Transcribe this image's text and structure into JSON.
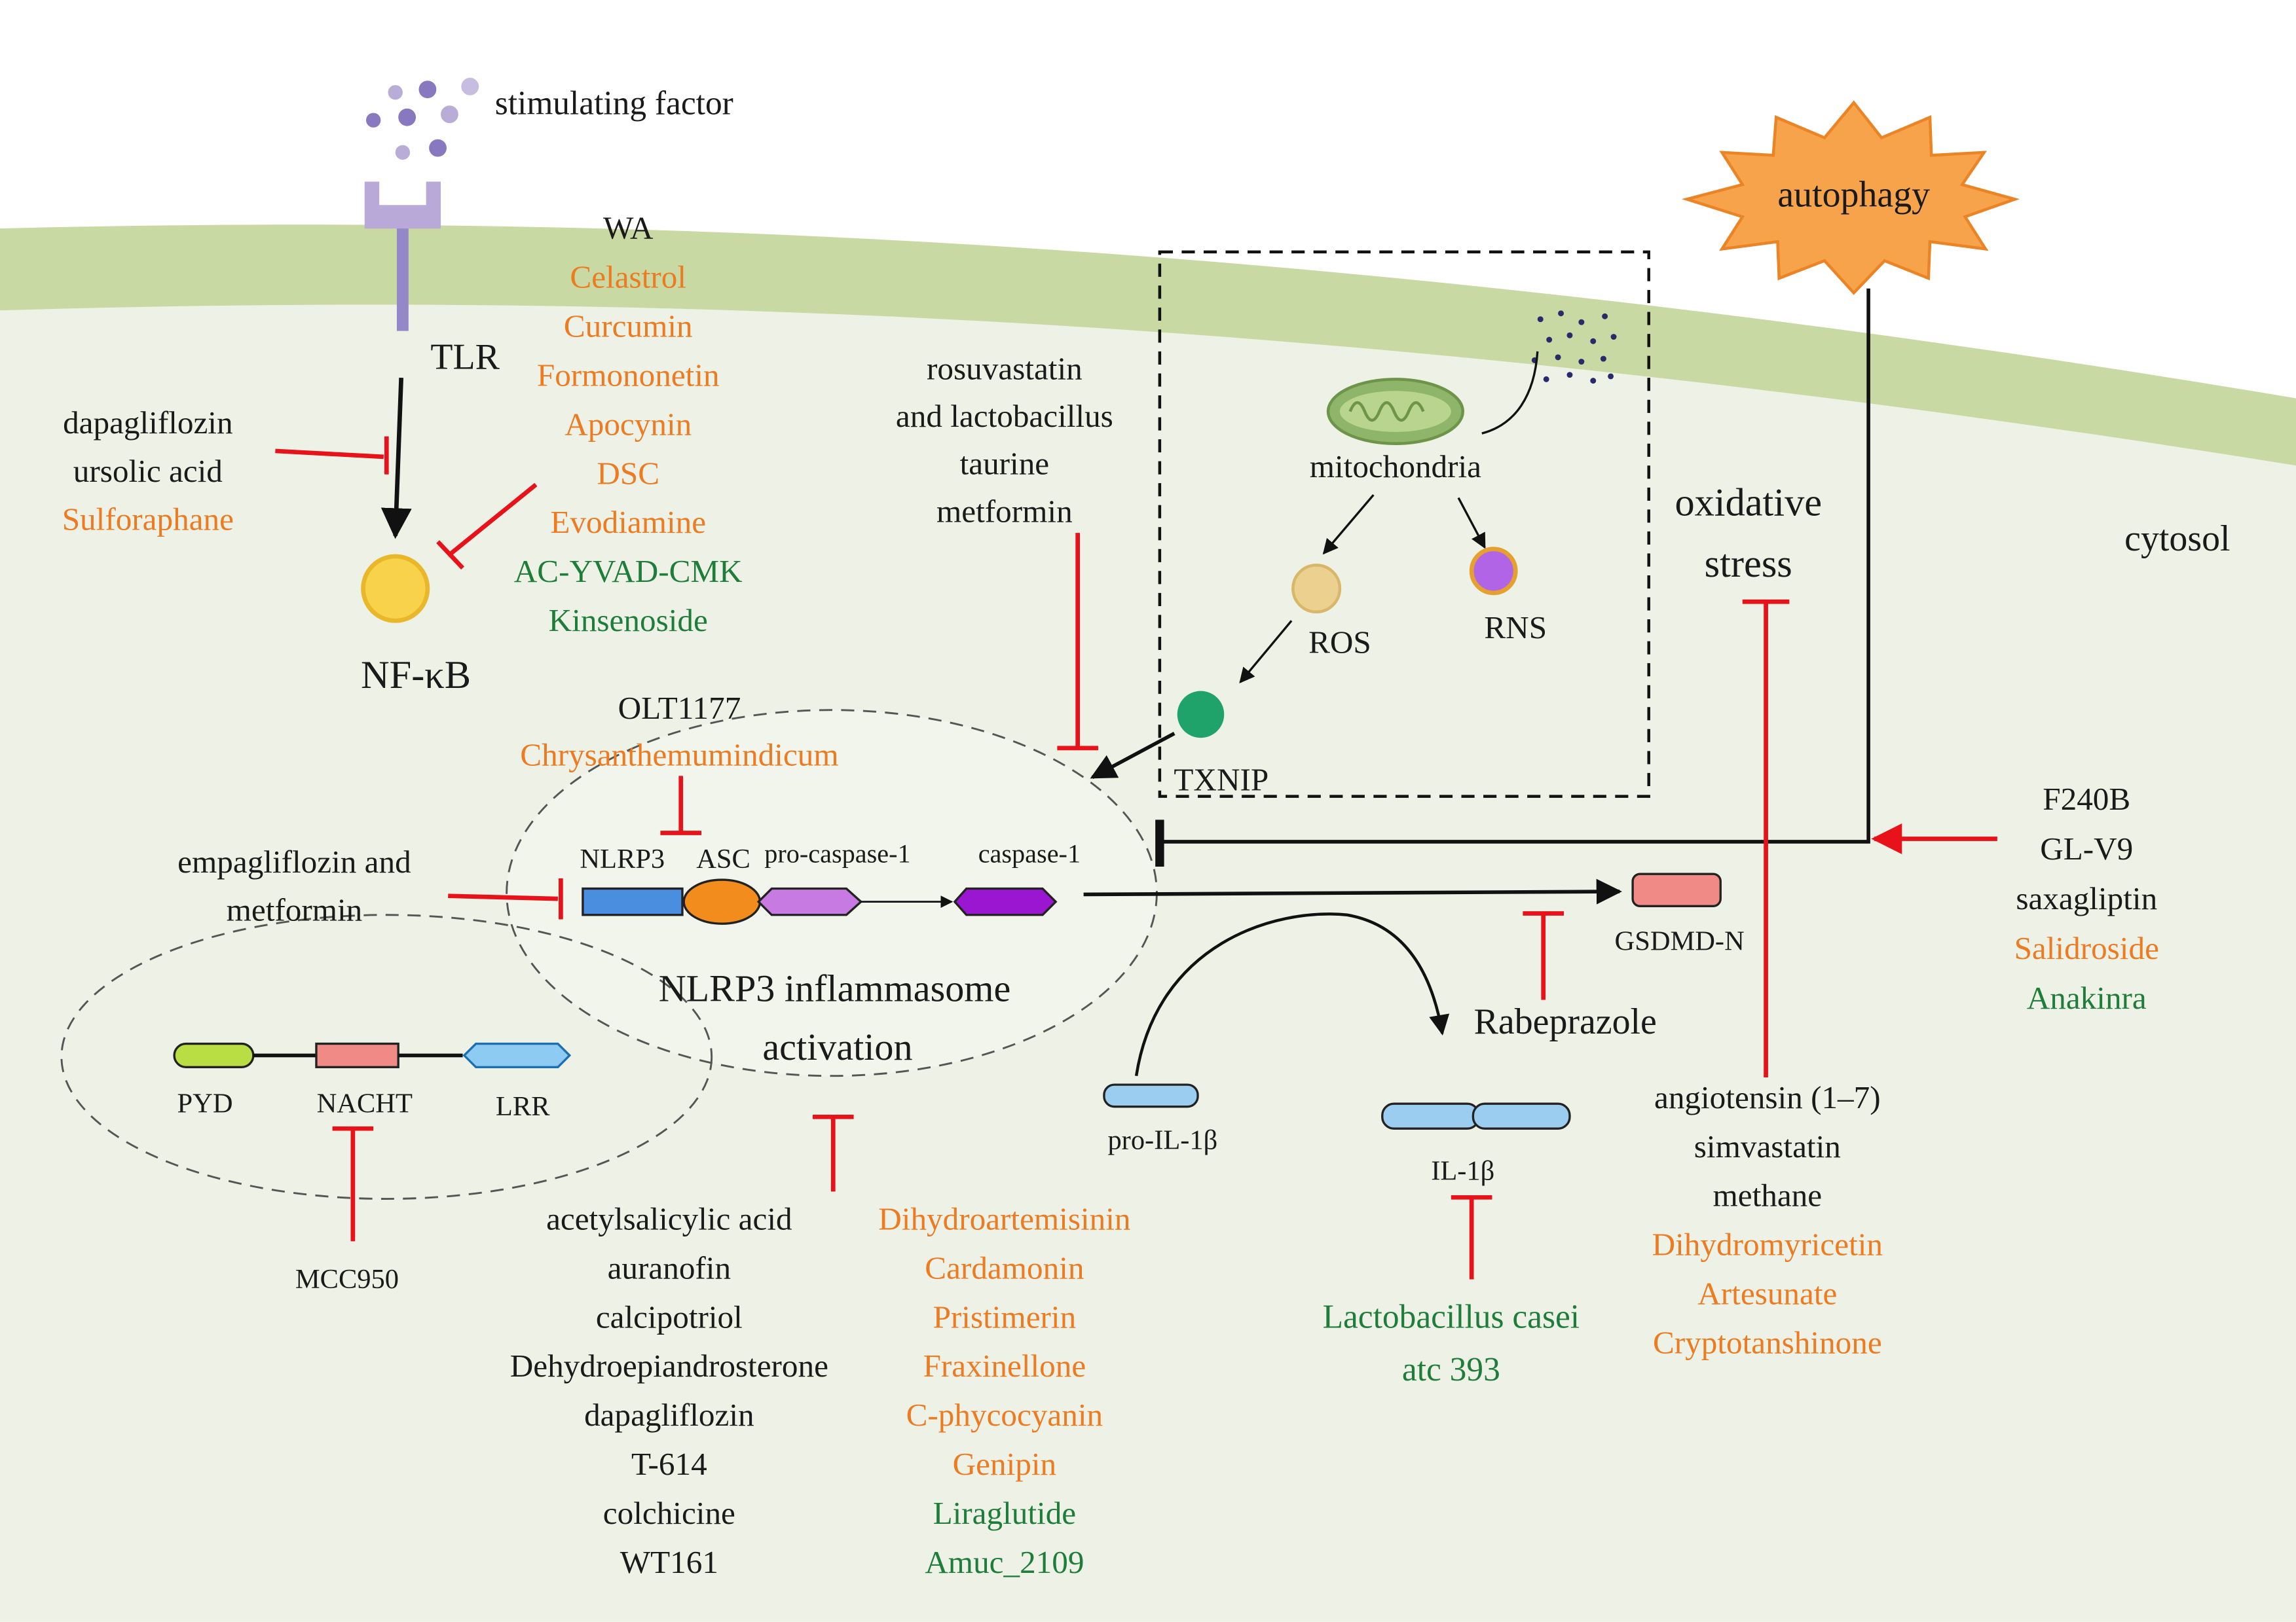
{
  "colors": {
    "membrane": "#c9d9a3",
    "cytoplasm": "#eef2e6",
    "inhibitor_red": "#e8121a",
    "orange_text": "#ec7b22",
    "green_text": "#1f7d3b",
    "black_text": "#1a1a1a",
    "autophagy_fill": "#f6a34c",
    "nfkb_fill": "#f7d24a",
    "ros_fill": "#ecd08f",
    "rns_fill": "#b165e6",
    "txnip_fill": "#1fa36b",
    "nlrp3_fill": "#4a8ee0",
    "asc_fill": "#f28c1c",
    "procasp_fill": "#c77be2",
    "casp_fill": "#9a16d0",
    "gsdmd_fill": "#f08a86",
    "il1b_fill": "#9bcdf0",
    "pyd_fill": "#b9de44",
    "nacht_fill": "#f08a86",
    "lrr_fill": "#8ecbf2",
    "receptor_fill": "#b9a9d8",
    "mito_fill": "#8fb56a"
  },
  "icons": {
    "stimulus": "dots-icon",
    "receptor": "tlr-receptor-icon",
    "mitochondria": "mitochondria-icon",
    "autophagy": "starburst-icon"
  },
  "labels": {
    "stimulating_factor": "stimulating factor",
    "tlr": "TLR",
    "nfkb": "NF-κB",
    "mitochondria": "mitochondria",
    "ros": "ROS",
    "rns": "RNS",
    "txnip": "TXNIP",
    "autophagy": "autophagy",
    "oxidative_stress_1": "oxidative",
    "oxidative_stress_2": "stress",
    "cytosol": "cytosol",
    "nlrp3": "NLRP3",
    "asc": "ASC",
    "pro_caspase1": "pro-caspase-1",
    "caspase1": "caspase-1",
    "gsdmd_n": "GSDMD-N",
    "inflammasome_1": "NLRP3 inflammasome",
    "inflammasome_2": "activation",
    "pyd": "PYD",
    "nacht": "NACHT",
    "lrr": "LRR",
    "pro_il1b": "pro-IL-1β",
    "il1b": "IL-1β",
    "rabeprazole": "Rabeprazole"
  },
  "drug_groups": {
    "tlr_left": [
      {
        "text": "dapagliflozin",
        "color": "black"
      },
      {
        "text": "ursolic acid",
        "color": "black"
      },
      {
        "text": "Sulforaphane",
        "color": "orange"
      }
    ],
    "nfkb_column": [
      {
        "text": "WA",
        "color": "black"
      },
      {
        "text": "Celastrol",
        "color": "orange"
      },
      {
        "text": "Curcumin",
        "color": "orange"
      },
      {
        "text": "Formononetin",
        "color": "orange"
      },
      {
        "text": "Apocynin",
        "color": "orange"
      },
      {
        "text": "DSC",
        "color": "orange"
      },
      {
        "text": "Evodiamine",
        "color": "orange"
      },
      {
        "text": "AC-YVAD-CMK",
        "color": "green"
      },
      {
        "text": "Kinsenoside",
        "color": "green"
      }
    ],
    "txnip_column": [
      {
        "text": "rosuvastatin",
        "color": "black"
      },
      {
        "text": "and lactobacillus",
        "color": "black"
      },
      {
        "text": "taurine",
        "color": "black"
      },
      {
        "text": "metformin",
        "color": "black"
      }
    ],
    "asc_top": [
      {
        "text": "OLT1177",
        "color": "black"
      },
      {
        "text": "Chrysanthemumindicum",
        "color": "orange"
      }
    ],
    "nlrp3_left": [
      {
        "text": "empagliflozin and",
        "color": "black"
      },
      {
        "text": "metformin",
        "color": "black"
      }
    ],
    "nacht_bottom": [
      {
        "text": "MCC950",
        "color": "black"
      }
    ],
    "inflammasome_black": [
      {
        "text": "acetylsalicylic acid",
        "color": "black"
      },
      {
        "text": "auranofin",
        "color": "black"
      },
      {
        "text": "calcipotriol",
        "color": "black"
      },
      {
        "text": "Dehydroepiandrosterone",
        "color": "black"
      },
      {
        "text": "dapagliflozin",
        "color": "black"
      },
      {
        "text": "T-614",
        "color": "black"
      },
      {
        "text": "colchicine",
        "color": "black"
      },
      {
        "text": "WT161",
        "color": "black"
      }
    ],
    "inflammasome_colored": [
      {
        "text": "Dihydroartemisinin",
        "color": "orange"
      },
      {
        "text": "Cardamonin",
        "color": "orange"
      },
      {
        "text": "Pristimerin",
        "color": "orange"
      },
      {
        "text": "Fraxinellone",
        "color": "orange"
      },
      {
        "text": "C-phycocyanin",
        "color": "orange"
      },
      {
        "text": "Genipin",
        "color": "orange"
      },
      {
        "text": "Liraglutide",
        "color": "green"
      },
      {
        "text": "Amuc_2109",
        "color": "green"
      }
    ],
    "il1b_bottom": [
      {
        "text": "Lactobacillus casei",
        "color": "green"
      },
      {
        "text": "atc 393",
        "color": "green"
      }
    ],
    "oxidative_bottom": [
      {
        "text": "angiotensin (1–7)",
        "color": "black"
      },
      {
        "text": "simvastatin",
        "color": "black"
      },
      {
        "text": "methane",
        "color": "black"
      },
      {
        "text": "Dihydromyricetin",
        "color": "orange"
      },
      {
        "text": "Artesunate",
        "color": "orange"
      },
      {
        "text": "Cryptotanshinone",
        "color": "orange"
      }
    ],
    "autophagy_right": [
      {
        "text": "F240B",
        "color": "black"
      },
      {
        "text": "GL-V9",
        "color": "black"
      },
      {
        "text": "saxagliptin",
        "color": "black"
      },
      {
        "text": "Salidroside",
        "color": "orange"
      },
      {
        "text": "Anakinra",
        "color": "green"
      }
    ]
  }
}
